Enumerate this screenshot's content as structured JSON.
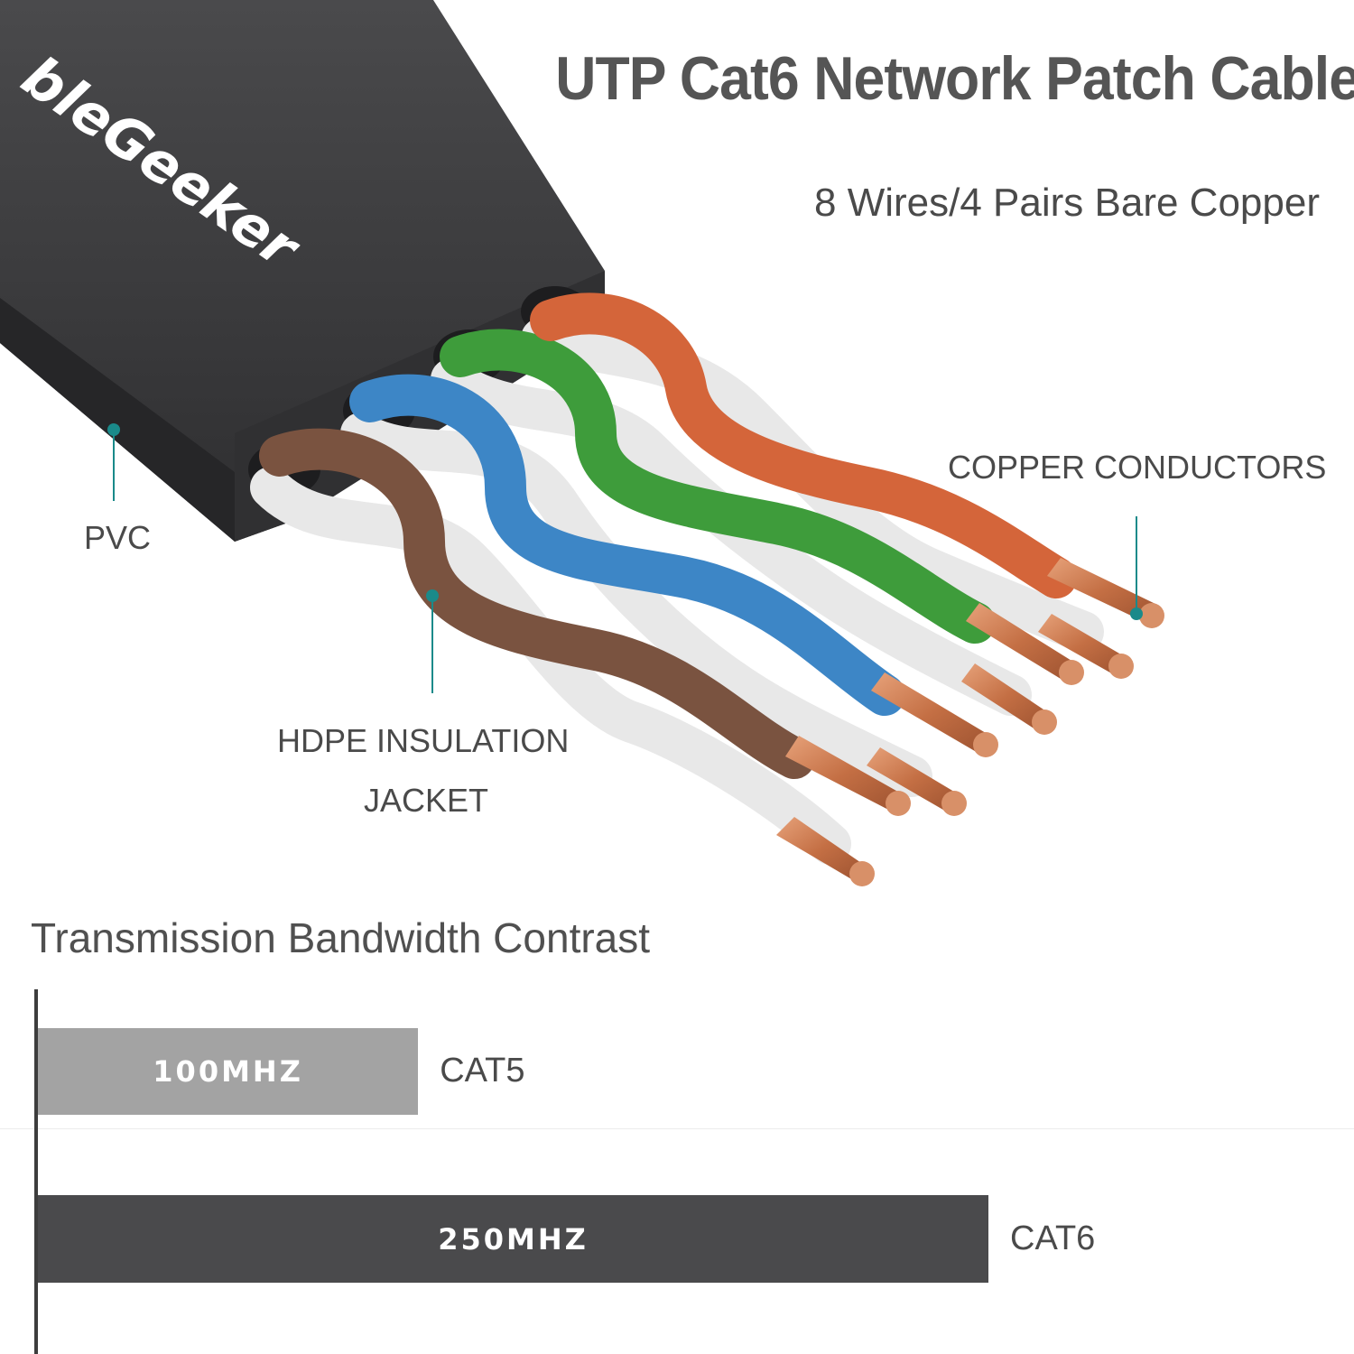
{
  "header": {
    "title": "UTP Cat6 Network Patch Cable",
    "subtitle": "8 Wires/4 Pairs Bare Copper"
  },
  "brand": {
    "logo_text": "bleGeeker"
  },
  "callouts": {
    "pvc": "PVC",
    "copper": "COPPER CONDUCTORS",
    "hdpe_line1": "HDPE INSULATION",
    "hdpe_line2": "JACKET"
  },
  "colors": {
    "accent": "#1a8a8a",
    "jacket": "#3b3b3d",
    "orange": "#d4653a",
    "green": "#3e9c3b",
    "blue": "#3d86c6",
    "brown": "#7a5340",
    "white_wire": "#e6e6e6",
    "copper": "#c97a4e",
    "bar_cat5": "#a3a3a3",
    "bar_cat6": "#4a4a4c"
  },
  "chart_data": {
    "type": "bar",
    "title": "Transmission Bandwidth Contrast",
    "orientation": "horizontal",
    "categories": [
      "CAT5",
      "CAT6"
    ],
    "values": [
      100,
      250
    ],
    "bar_labels": [
      "100MHZ",
      "250MHZ"
    ],
    "xlim": [
      0,
      250
    ]
  }
}
